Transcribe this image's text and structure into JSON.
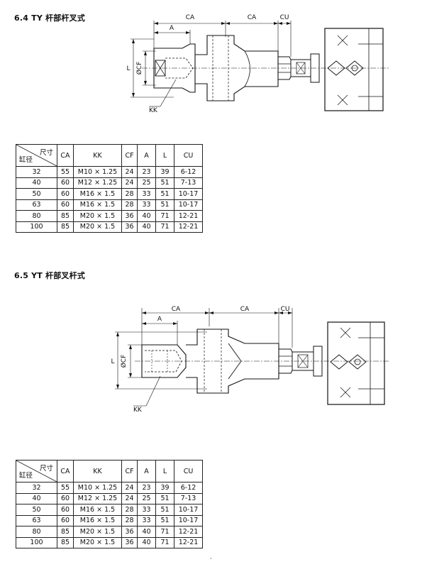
{
  "sections": [
    {
      "title": "6.4  TY 杆部杆叉式",
      "dims": {
        "ca": "CA",
        "cu": "CU",
        "a": "A",
        "l": "L",
        "cf": "ØCF",
        "kk": "KK"
      }
    },
    {
      "title": "6.5  YT 杆部叉杆式",
      "dims": {
        "ca": "CA",
        "cu": "CU",
        "a": "A",
        "l": "L",
        "cf": "ØCF",
        "kk": "KK"
      }
    }
  ],
  "table": {
    "corner_top": "尺寸",
    "corner_bottom": "缸径",
    "columns": [
      "CA",
      "KK",
      "CF",
      "A",
      "L",
      "CU"
    ],
    "rows": [
      [
        "32",
        "55",
        "M10 × 1.25",
        "24",
        "23",
        "39",
        "6-12"
      ],
      [
        "40",
        "60",
        "M12 × 1.25",
        "24",
        "25",
        "51",
        "7-13"
      ],
      [
        "50",
        "60",
        "M16 × 1.5",
        "28",
        "33",
        "51",
        "10-17"
      ],
      [
        "63",
        "60",
        "M16 × 1.5",
        "28",
        "33",
        "51",
        "10-17"
      ],
      [
        "80",
        "85",
        "M20 × 1.5",
        "36",
        "40",
        "71",
        "12-21"
      ],
      [
        "100",
        "85",
        "M20 × 1.5",
        "36",
        "40",
        "71",
        "12-21"
      ]
    ]
  },
  "page_mark": ","
}
